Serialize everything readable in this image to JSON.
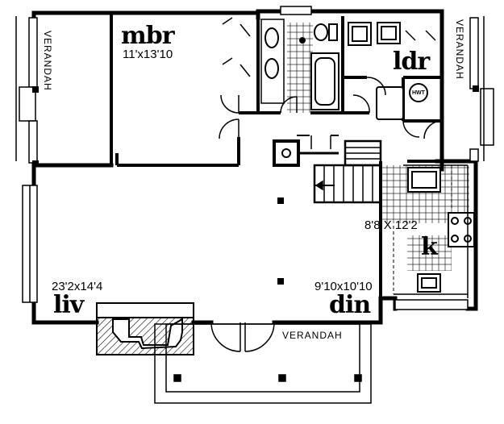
{
  "rooms": {
    "mbr": {
      "name": "mbr",
      "size": "11'x13'10"
    },
    "ldr": {
      "name": "ldr"
    },
    "liv": {
      "name": "liv",
      "size": "23'2x14'4"
    },
    "din": {
      "name": "din",
      "size": "9'10x10'10"
    },
    "k": {
      "name": "k",
      "size": "8'8  X  12'2"
    }
  },
  "verandahs": {
    "left": "VERANDAH",
    "right": "VERANDAH",
    "bottom": "VERANDAH"
  },
  "fixtures": {
    "hwt": "HWT"
  }
}
